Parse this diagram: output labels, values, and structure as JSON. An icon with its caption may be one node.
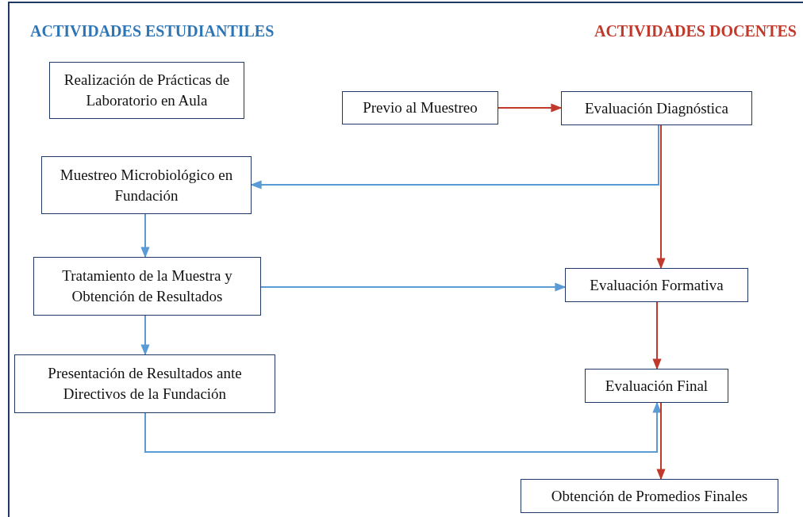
{
  "diagram": {
    "nodes": [
      {
        "text": [
          "Realización de Prácticas de Laboratorio en Aula"
        ]
      },
      {
        "text": [
          "Previo al Muestreo"
        ]
      },
      {
        "text": [
          "Evaluación Diagnóstica"
        ]
      },
      {
        "text": [
          "Muestreo Microbiológico en Fundación"
        ]
      },
      {
        "text": [
          "Tratamiento de la Muestra y Obtención de Resultados"
        ]
      },
      {
        "text": [
          "Evaluación Formativa"
        ]
      },
      {
        "text": [
          "Presentación de Resultados ante Directivos de la Fundación"
        ]
      },
      {
        "text": [
          "Evaluación Final"
        ]
      },
      {
        "text": [
          "Obtención de Promedios Finales"
        ]
      }
    ],
    "edges": [
      {
        "from": 1,
        "to": 2,
        "arrow": "to",
        "color": "#c0392b"
      },
      {
        "from": 2,
        "to": 3,
        "arrow": "to"
      },
      {
        "from": 2,
        "to": 5,
        "arrow": "to",
        "color": "#c0392b"
      },
      {
        "from": 3,
        "to": 4,
        "arrow": "to"
      },
      {
        "from": 4,
        "to": 5,
        "arrow": "to"
      },
      {
        "from": 4,
        "to": 6,
        "arrow": "to"
      },
      {
        "from": 5,
        "to": 7,
        "arrow": "to",
        "color": "#c0392b"
      },
      {
        "from": 6,
        "to": 7,
        "arrow": "to"
      },
      {
        "from": 7,
        "to": 8,
        "arrow": "to",
        "color": "#c0392b"
      }
    ],
    "labels": [
      "ACTIVIDADES ESTUDIANTILES",
      "ACTIVIDADES DOCENTES"
    ]
  }
}
